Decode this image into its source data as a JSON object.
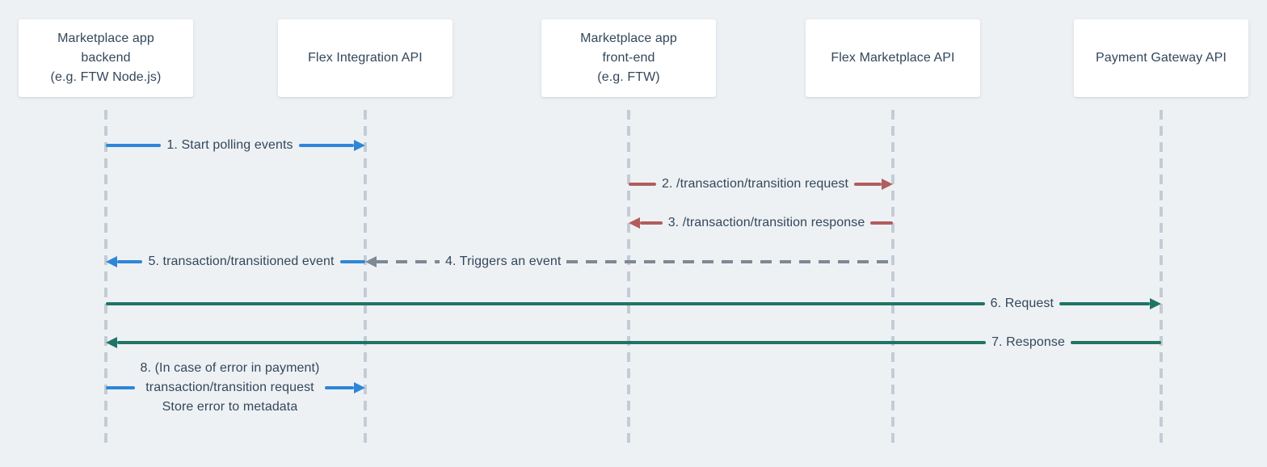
{
  "colors": {
    "background": "#eef1f4",
    "box": "#ffffff",
    "text": "#33475b",
    "blue": "#2e86d8",
    "red": "#b05e5e",
    "green": "#1f7565",
    "gray": "#7d8995",
    "lifeline": "#c3ccd6"
  },
  "actors": [
    {
      "label": "Marketplace app\nbackend\n(e.g. FTW Node.js)"
    },
    {
      "label": "Flex Integration API"
    },
    {
      "label": "Marketplace app\nfront-end\n(e.g. FTW)"
    },
    {
      "label": "Flex Marketplace API"
    },
    {
      "label": "Payment Gateway API"
    }
  ],
  "messages": [
    {
      "label": "1. Start polling events",
      "from": "Marketplace app backend",
      "to": "Flex Integration API",
      "color": "blue",
      "line": "solid"
    },
    {
      "label": "2. /transaction/transition request",
      "from": "Marketplace app front-end",
      "to": "Flex Marketplace API",
      "color": "red",
      "line": "solid"
    },
    {
      "label": "3. /transaction/transition response",
      "from": "Flex Marketplace API",
      "to": "Marketplace app front-end",
      "color": "red",
      "line": "solid"
    },
    {
      "label": "4. Triggers an event",
      "from": "Flex Marketplace API",
      "to": "Flex Integration API",
      "color": "gray",
      "line": "dashed"
    },
    {
      "label": "5. transaction/transitioned event",
      "from": "Flex Integration API",
      "to": "Marketplace app backend",
      "color": "blue",
      "line": "solid"
    },
    {
      "label": "6. Request",
      "from": "Marketplace app backend",
      "to": "Payment Gateway API",
      "color": "green",
      "line": "solid"
    },
    {
      "label": "7. Response",
      "from": "Payment Gateway API",
      "to": "Marketplace app backend",
      "color": "green",
      "line": "solid"
    },
    {
      "label": "8. (In case of error in payment)\ntransaction/transition request\nStore error to metadata",
      "from": "Marketplace app backend",
      "to": "Flex Integration API",
      "color": "blue",
      "line": "solid"
    }
  ]
}
